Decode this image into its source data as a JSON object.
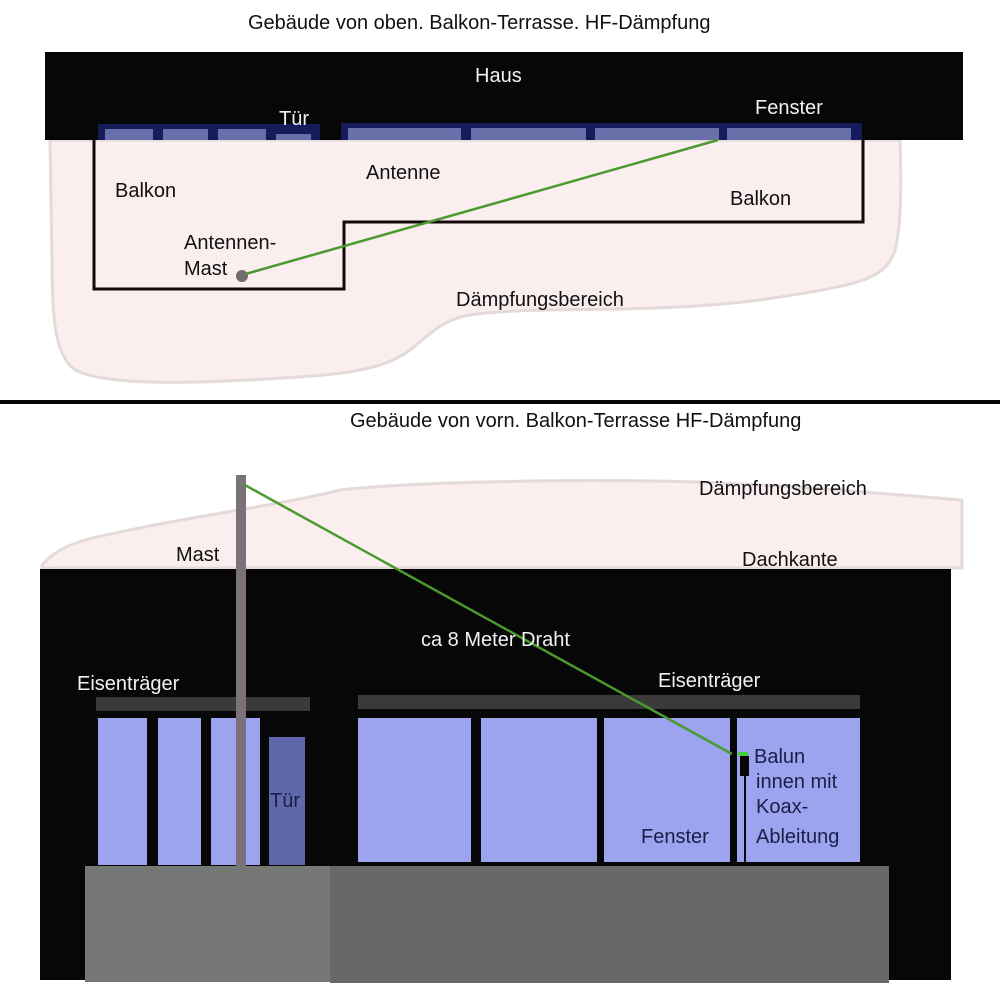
{
  "top_view": {
    "title": "Gebäude von oben. Balkon-Terrasse. HF-Dämpfung",
    "labels": {
      "house": "Haus",
      "door": "Tür",
      "window": "Fenster",
      "balcony_left": "Balkon",
      "balcony_right": "Balkon",
      "antenna": "Antenne",
      "mast_line1": "Antennen-",
      "mast_line2": "Mast",
      "damping_area": "Dämpfungsbereich"
    }
  },
  "front_view": {
    "title": "Gebäude von vorn. Balkon-Terrasse HF-Dämpfung",
    "labels": {
      "damping_area": "Dämpfungsbereich",
      "roof_edge": "Dachkante",
      "mast": "Mast",
      "wire": "ca 8 Meter Draht",
      "iron_beam_left": "Eisenträger",
      "iron_beam_right": "Eisenträger",
      "door": "Tür",
      "window": "Fenster",
      "balun_line1": "Balun",
      "balun_line2": "innen mit",
      "balun_line3": "Koax-",
      "balun_line4": "Ableitung"
    }
  },
  "colors": {
    "building": "#070707",
    "damping_fill": "#fbeeee",
    "damping_edge": "#e4dada",
    "window_light": "#9ca3ef",
    "window_top": "#6870aa",
    "window_frame": "#141c5a",
    "door": "#5f68aa",
    "beam": "#3a3a3a",
    "mast": "#7a7278",
    "wire": "#4a9a30",
    "balun": "#40d040",
    "terrace_left": "#767876",
    "terrace_right": "#676867"
  }
}
